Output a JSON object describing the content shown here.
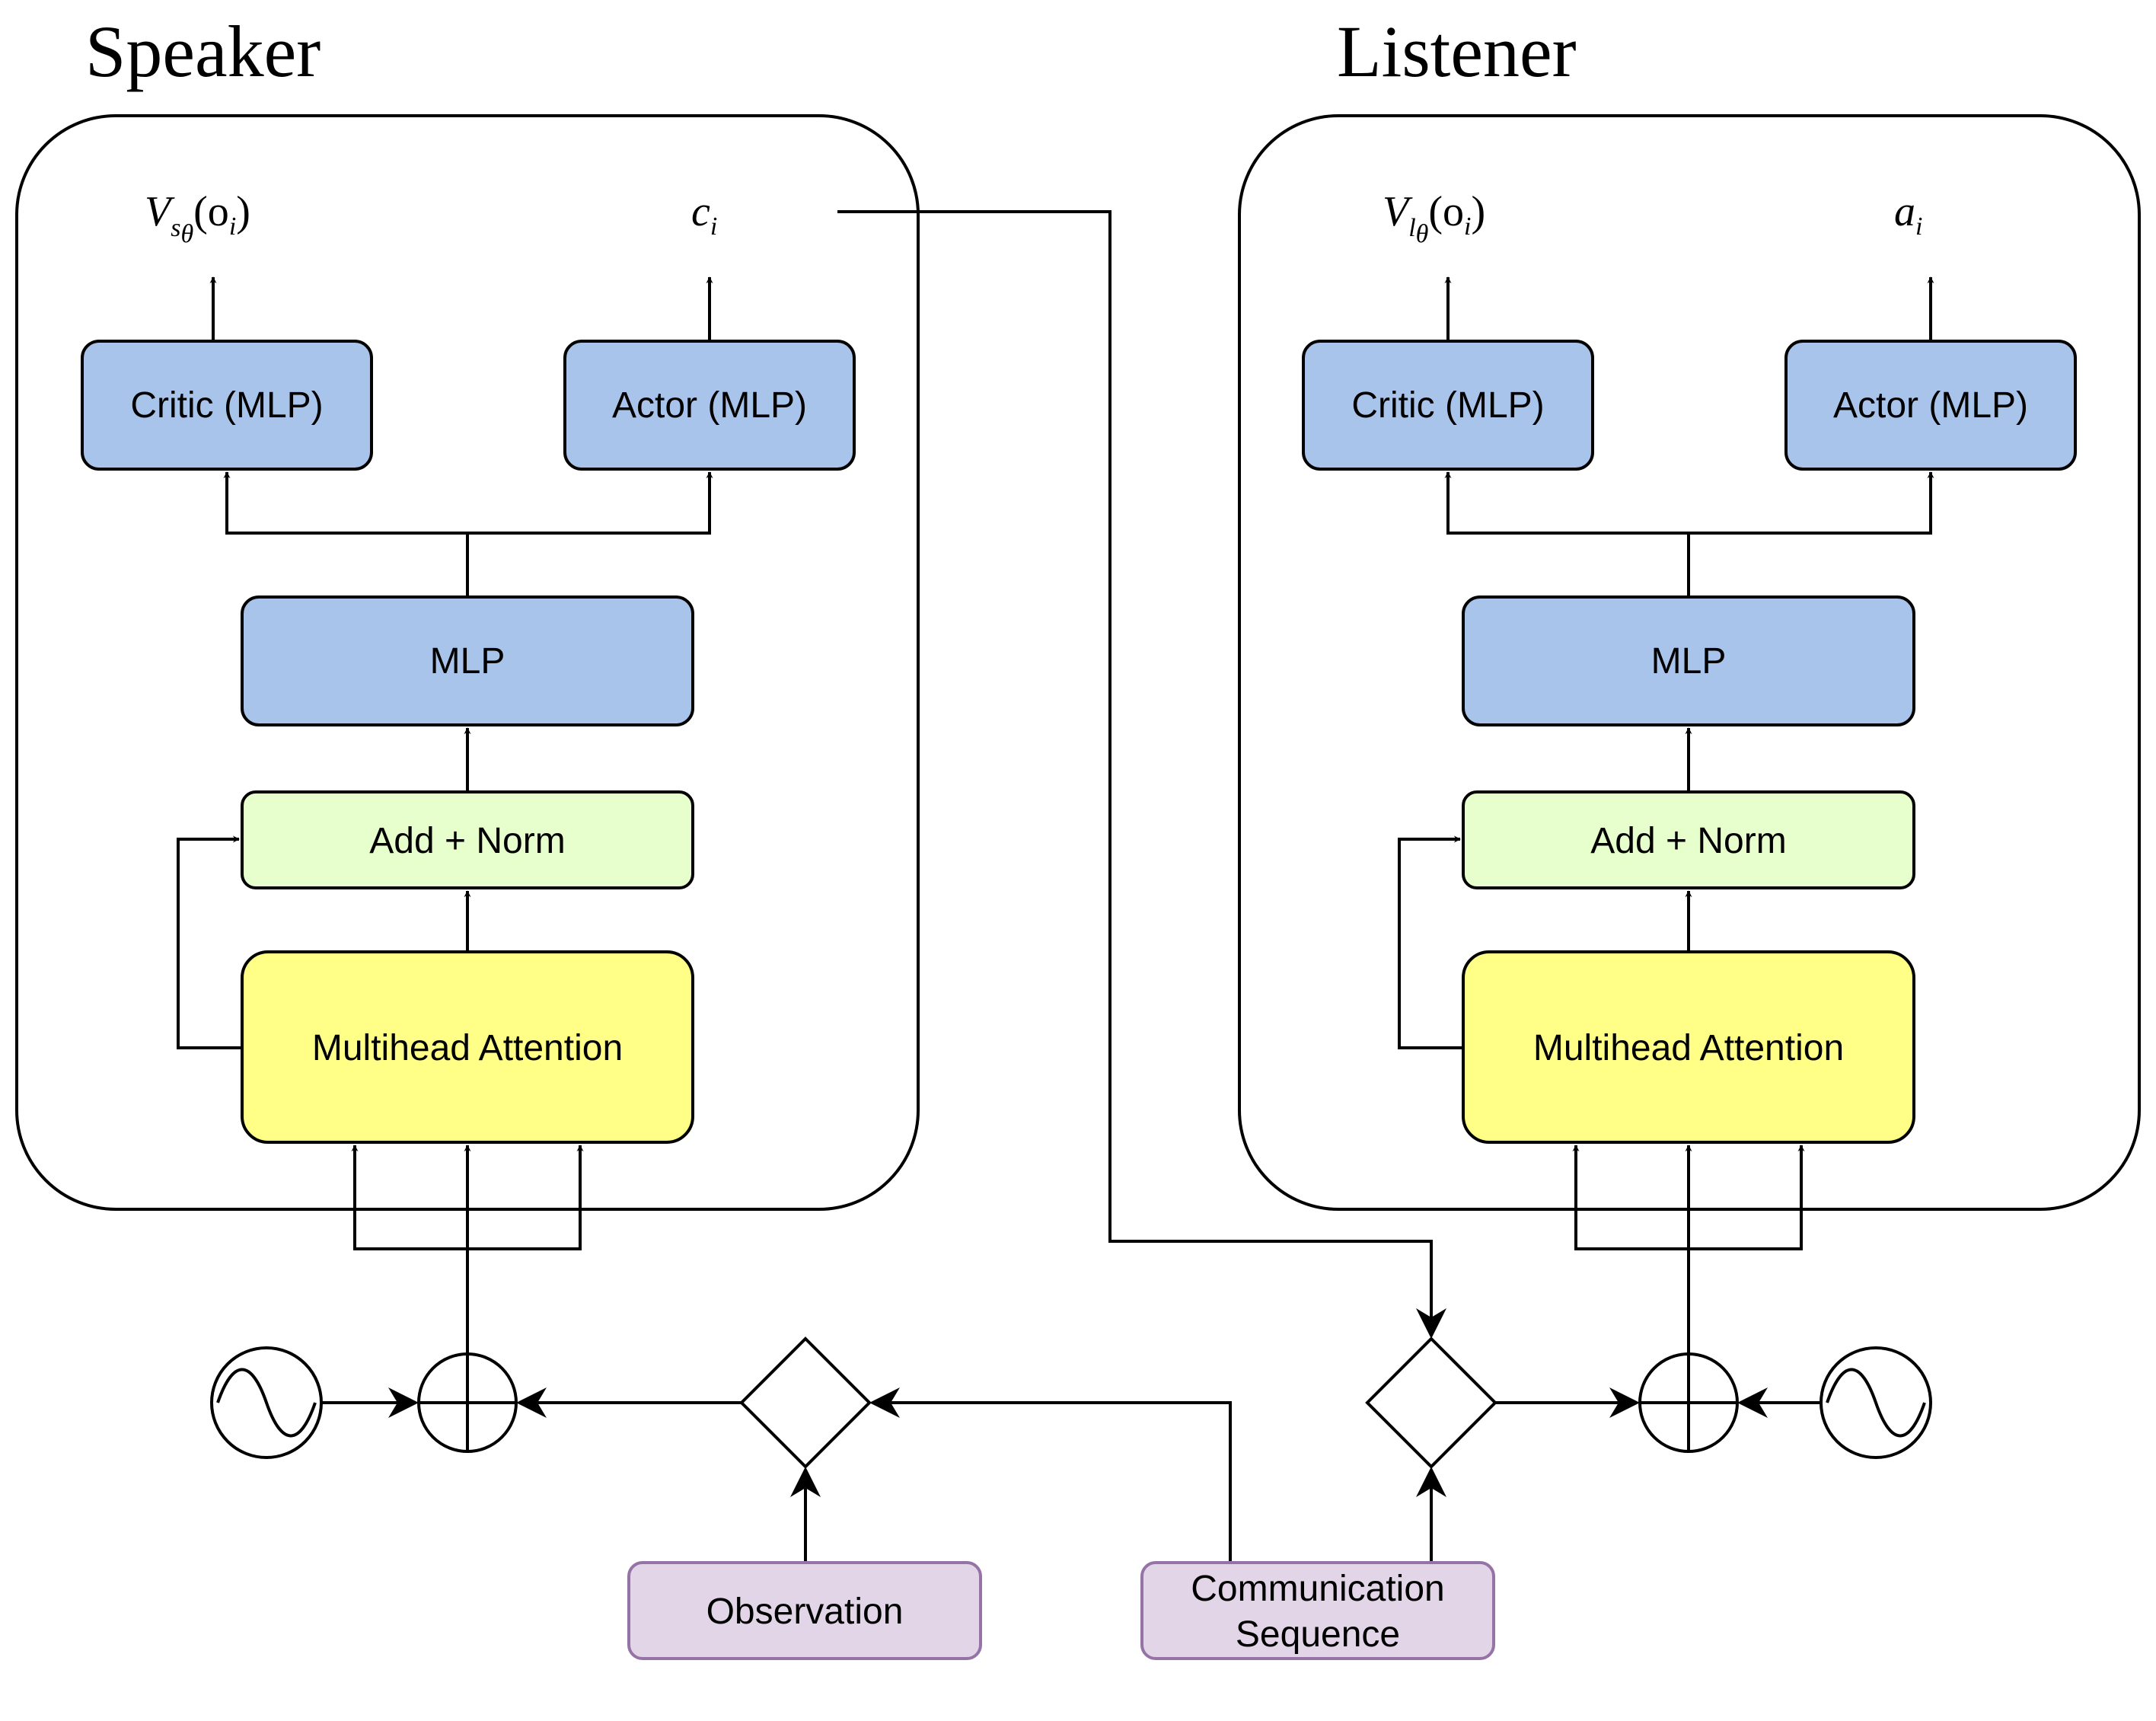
{
  "speaker": {
    "title": "Speaker",
    "critic_label": "Critic (MLP)",
    "actor_label": "Actor (MLP)",
    "mlp_label": "MLP",
    "add_norm_label": "Add + Norm",
    "attention_label": "Multihead Attention",
    "value_output": {
      "base": "V",
      "sub": "s",
      "subsub": "θ",
      "arg": "(o",
      "arg_sub": "i",
      "close": ")"
    },
    "actor_output": {
      "base": "c",
      "sub": "i"
    }
  },
  "listener": {
    "title": "Listener",
    "critic_label": "Critic (MLP)",
    "actor_label": "Actor (MLP)",
    "mlp_label": "MLP",
    "add_norm_label": "Add + Norm",
    "attention_label": "Multihead Attention",
    "value_output": {
      "base": "V",
      "sub": "l",
      "subsub": "θ",
      "arg": "(o",
      "arg_sub": "i",
      "close": ")"
    },
    "actor_output": {
      "base": "a",
      "sub": "i"
    }
  },
  "inputs": {
    "observation_label": "Observation",
    "communication_label_line1": "Communication",
    "communication_label_line2": "Sequence"
  },
  "colors": {
    "dense_block": "#a9c4eb",
    "add_norm": "#e6ffcc",
    "attention": "#ffff88",
    "input_fill": "#e1d5e7",
    "input_stroke": "#9673a6"
  }
}
